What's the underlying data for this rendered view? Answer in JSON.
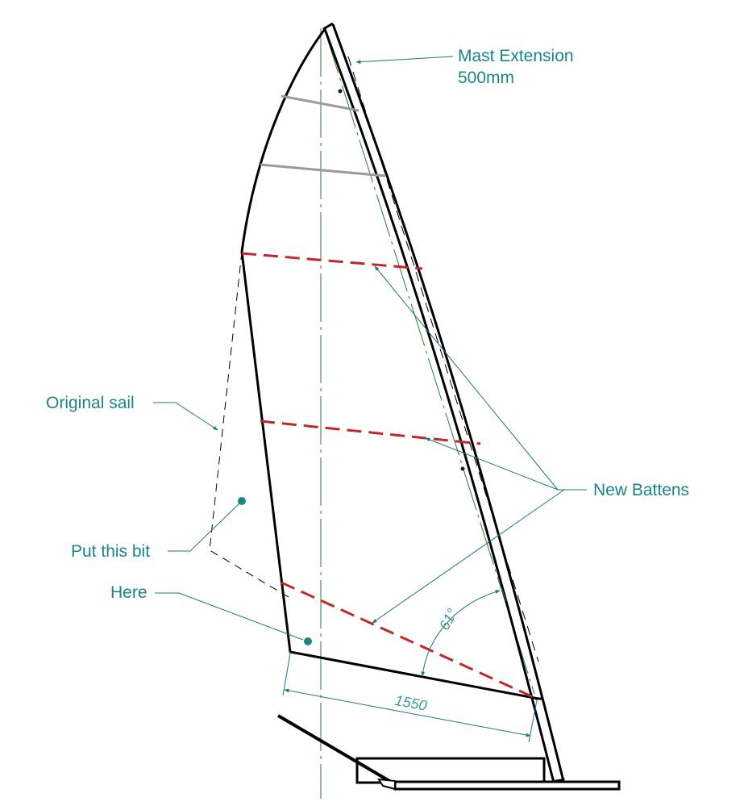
{
  "diagram": {
    "subject": "Sail modification drawing",
    "colors": {
      "outline": "#000000",
      "annotation": "#1b8585",
      "new_batten": "#c0282a",
      "old_batten": "#9a9a9a",
      "centerline": "#2f7a3a"
    },
    "labels": {
      "mast_extension_line1": "Mast Extension",
      "mast_extension_line2": "500mm",
      "original_sail": "Original sail",
      "new_battens": "New Battens",
      "put_this_bit": "Put this bit",
      "here": "Here"
    },
    "dimensions": {
      "foot_length": "1550",
      "angle": "61°"
    }
  }
}
